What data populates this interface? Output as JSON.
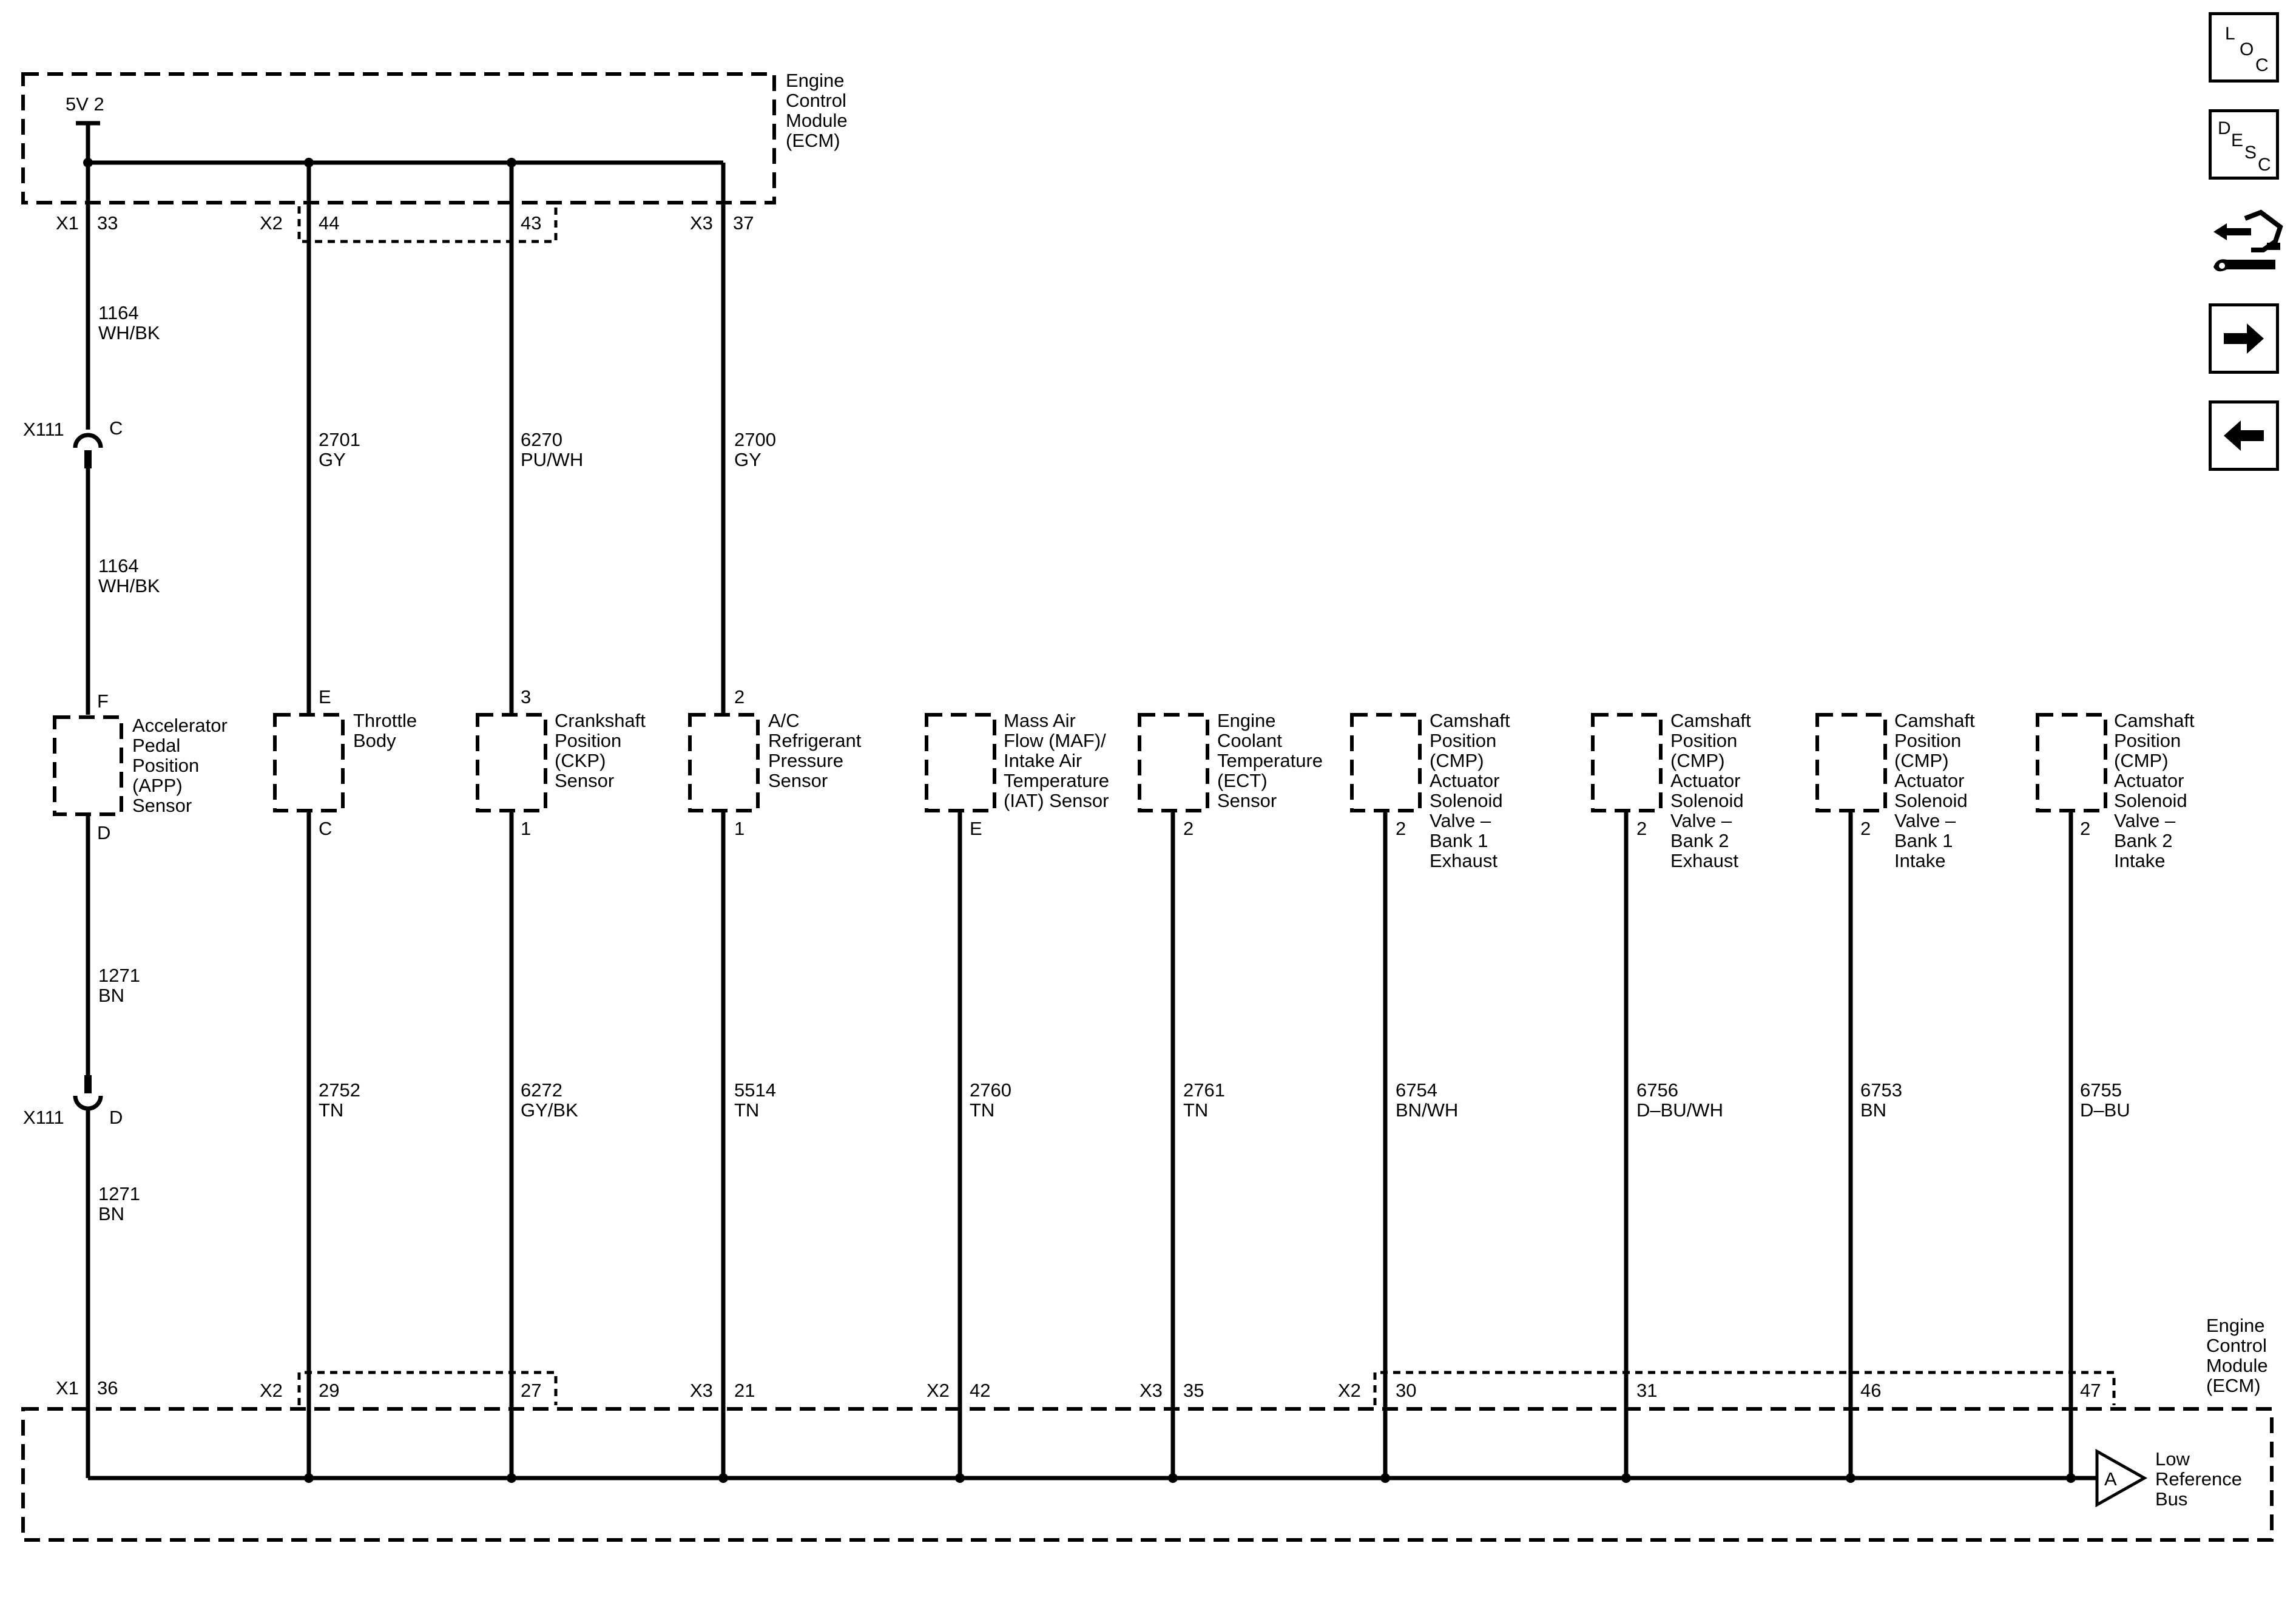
{
  "top_module": {
    "lines": [
      "Engine",
      "Control",
      "Module",
      "(ECM)"
    ]
  },
  "bottom_module": {
    "lines": [
      "Engine",
      "Control",
      "Module",
      "(ECM)"
    ]
  },
  "power_label": "5V 2",
  "top_pins": [
    {
      "connector": "X1",
      "pin": "33"
    },
    {
      "connector": "X2",
      "pin": "44"
    },
    {
      "connector": "",
      "pin": "43"
    },
    {
      "connector": "X3",
      "pin": "37"
    }
  ],
  "inline_connector": {
    "name": "X111",
    "upper_pin": "C",
    "lower_pin": "D"
  },
  "upper_wires": [
    {
      "circuit": "1164",
      "color": "WH/BK"
    },
    {
      "circuit": "1164",
      "color": "WH/BK"
    },
    {
      "circuit": "2701",
      "color": "GY"
    },
    {
      "circuit": "6270",
      "color": "PU/WH"
    },
    {
      "circuit": "2700",
      "color": "GY"
    }
  ],
  "components": [
    {
      "name_lines": [
        "Accelerator",
        "Pedal",
        "Position",
        "(APP)",
        "Sensor"
      ],
      "pin_top": "F",
      "pin_bottom": "D"
    },
    {
      "name_lines": [
        "Throttle",
        "Body"
      ],
      "pin_top": "E",
      "pin_bottom": "C"
    },
    {
      "name_lines": [
        "Crankshaft",
        "Position",
        "(CKP)",
        "Sensor"
      ],
      "pin_top": "3",
      "pin_bottom": "1"
    },
    {
      "name_lines": [
        "A/C",
        "Refrigerant",
        "Pressure",
        "Sensor"
      ],
      "pin_top": "2",
      "pin_bottom": "1"
    },
    {
      "name_lines": [
        "Mass Air",
        "Flow (MAF)/",
        "Intake Air",
        "Temperature",
        "(IAT) Sensor"
      ],
      "pin_top": "",
      "pin_bottom": "E"
    },
    {
      "name_lines": [
        "Engine",
        "Coolant",
        "Temperature",
        "(ECT)",
        "Sensor"
      ],
      "pin_top": "",
      "pin_bottom": "2"
    },
    {
      "name_lines": [
        "Camshaft",
        "Position",
        "(CMP)",
        "Actuator",
        "Solenoid",
        "Valve –",
        "Bank 1",
        "Exhaust"
      ],
      "pin_top": "",
      "pin_bottom": "2"
    },
    {
      "name_lines": [
        "Camshaft",
        "Position",
        "(CMP)",
        "Actuator",
        "Solenoid",
        "Valve –",
        "Bank 2",
        "Exhaust"
      ],
      "pin_top": "",
      "pin_bottom": "2"
    },
    {
      "name_lines": [
        "Camshaft",
        "Position",
        "(CMP)",
        "Actuator",
        "Solenoid",
        "Valve –",
        "Bank 1",
        "Intake"
      ],
      "pin_top": "",
      "pin_bottom": "2"
    },
    {
      "name_lines": [
        "Camshaft",
        "Position",
        "(CMP)",
        "Actuator",
        "Solenoid",
        "Valve –",
        "Bank 2",
        "Intake"
      ],
      "pin_top": "",
      "pin_bottom": "2"
    }
  ],
  "lower_wires": [
    {
      "circuit": "1271",
      "color": "BN"
    },
    {
      "circuit": "1271",
      "color": "BN"
    },
    {
      "circuit": "2752",
      "color": "TN"
    },
    {
      "circuit": "6272",
      "color": "GY/BK"
    },
    {
      "circuit": "5514",
      "color": "TN"
    },
    {
      "circuit": "2760",
      "color": "TN"
    },
    {
      "circuit": "2761",
      "color": "TN"
    },
    {
      "circuit": "6754",
      "color": "BN/WH"
    },
    {
      "circuit": "6756",
      "color": "D–BU/WH"
    },
    {
      "circuit": "6753",
      "color": "BN"
    },
    {
      "circuit": "6755",
      "color": "D–BU"
    }
  ],
  "bottom_pins": [
    {
      "connector": "X1",
      "pin": "36"
    },
    {
      "connector": "X2",
      "pin": "29"
    },
    {
      "connector": "",
      "pin": "27"
    },
    {
      "connector": "X3",
      "pin": "21"
    },
    {
      "connector": "X2",
      "pin": "42"
    },
    {
      "connector": "X3",
      "pin": "35"
    },
    {
      "connector": "X2",
      "pin": "30"
    },
    {
      "connector": "",
      "pin": "31"
    },
    {
      "connector": "",
      "pin": "46"
    },
    {
      "connector": "",
      "pin": "47"
    }
  ],
  "bus": {
    "symbol": "A",
    "lines": [
      "Low",
      "Reference",
      "Bus"
    ]
  },
  "nav": {
    "loc": [
      "L",
      "O",
      "C"
    ],
    "desc": [
      "D",
      "E",
      "S",
      "C"
    ],
    "icons": [
      "connector-tool-icon",
      "arrow-right-icon",
      "arrow-left-icon"
    ]
  }
}
